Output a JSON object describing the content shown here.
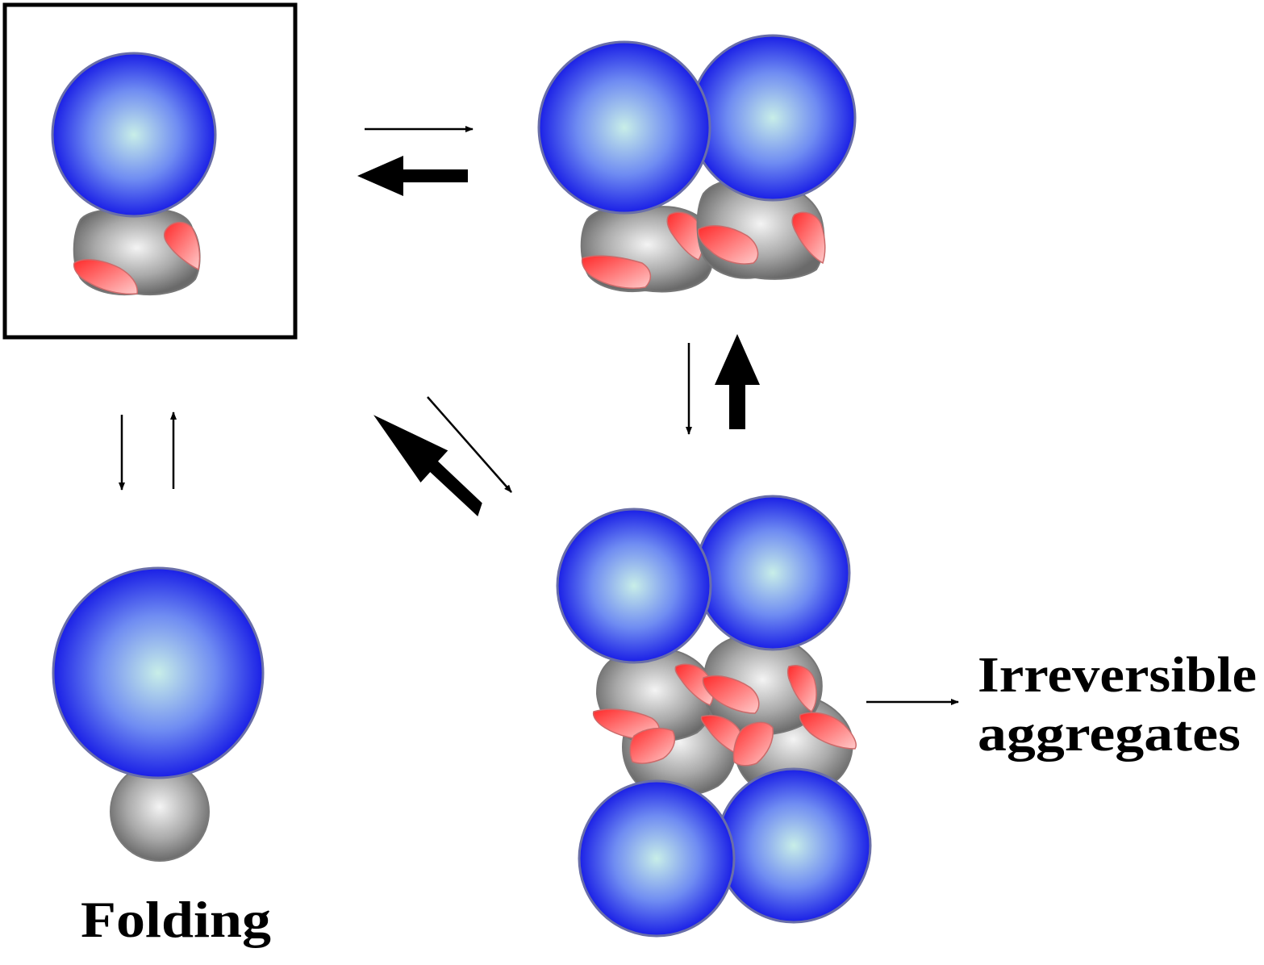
{
  "labels": {
    "folding": "Folding",
    "irreversible_line1": "Irreversible",
    "irreversible_line2": "aggregates"
  },
  "colors": {
    "sphere_center": "#c8eee8",
    "sphere_mid": "#6f8cf2",
    "sphere_edge": "#1a1fe6",
    "sphere_outline": "#6a6fa8",
    "core_light": "#f2f2f2",
    "core_dark": "#6e6e6e",
    "patch_light": "#ffd0d0",
    "patch_dark": "#ff2a2a",
    "arrow": "#000000",
    "box_border": "#000000"
  },
  "icons": [
    "boxed-monomer-icon",
    "dimer-icon",
    "tetramer-aggregate-icon",
    "folded-protein-icon"
  ]
}
